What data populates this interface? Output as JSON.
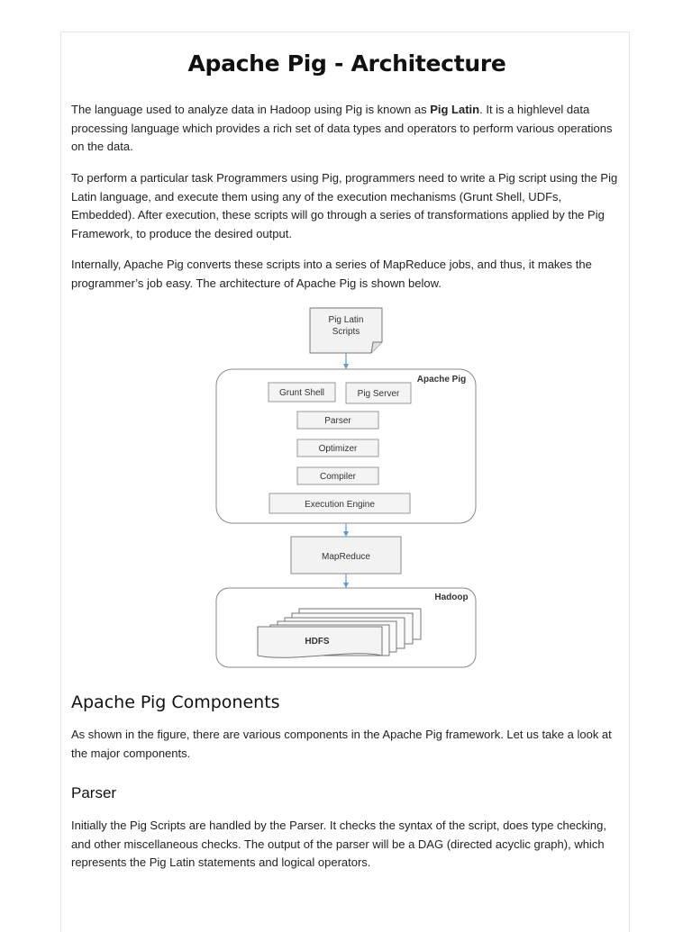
{
  "page": {
    "title": "Apache Pig - Architecture",
    "para1_a": "The language used to analyze data in Hadoop using Pig is known as ",
    "para1_bold": "Pig Latin",
    "para1_b": ". It is a highlevel data processing language which provides a rich set of data types and operators to perform various operations on the data.",
    "para2": "To perform a particular task Programmers using Pig, programmers need to write a Pig script using the Pig Latin language, and execute them using any of the execution mechanisms (Grunt Shell, UDFs, Embedded). After execution, these scripts will go through a series of transformations applied by the Pig Framework, to produce the desired output.",
    "para3": "Internally, Apache Pig converts these scripts into a series of MapReduce jobs, and thus, it makes the programmer’s job easy. The architecture of Apache Pig is shown below.",
    "components_heading": "Apache Pig Components",
    "components_text": "As shown in the figure, there are various components in the Apache Pig framework. Let us take a look at the major components.",
    "parser_heading": "Parser",
    "parser_text": "Initially the Pig Scripts are handled by the Parser. It checks the syntax of the script, does type checking, and other miscellaneous checks. The output of the parser will be a DAG (directed acyclic graph), which represents the Pig Latin statements and logical operators."
  },
  "diagram": {
    "scripts_line1": "Pig Latin",
    "scripts_line2": "Scripts",
    "apache_pig": "Apache Pig",
    "grunt_shell": "Grunt Shell",
    "pig_server": "Pig Server",
    "parser": "Parser",
    "optimizer": "Optimizer",
    "compiler": "Compiler",
    "execution_engine": "Execution Engine",
    "mapreduce": "MapReduce",
    "hadoop": "Hadoop",
    "hdfs": "HDFS",
    "arrow_color": "#5b9bd5"
  }
}
